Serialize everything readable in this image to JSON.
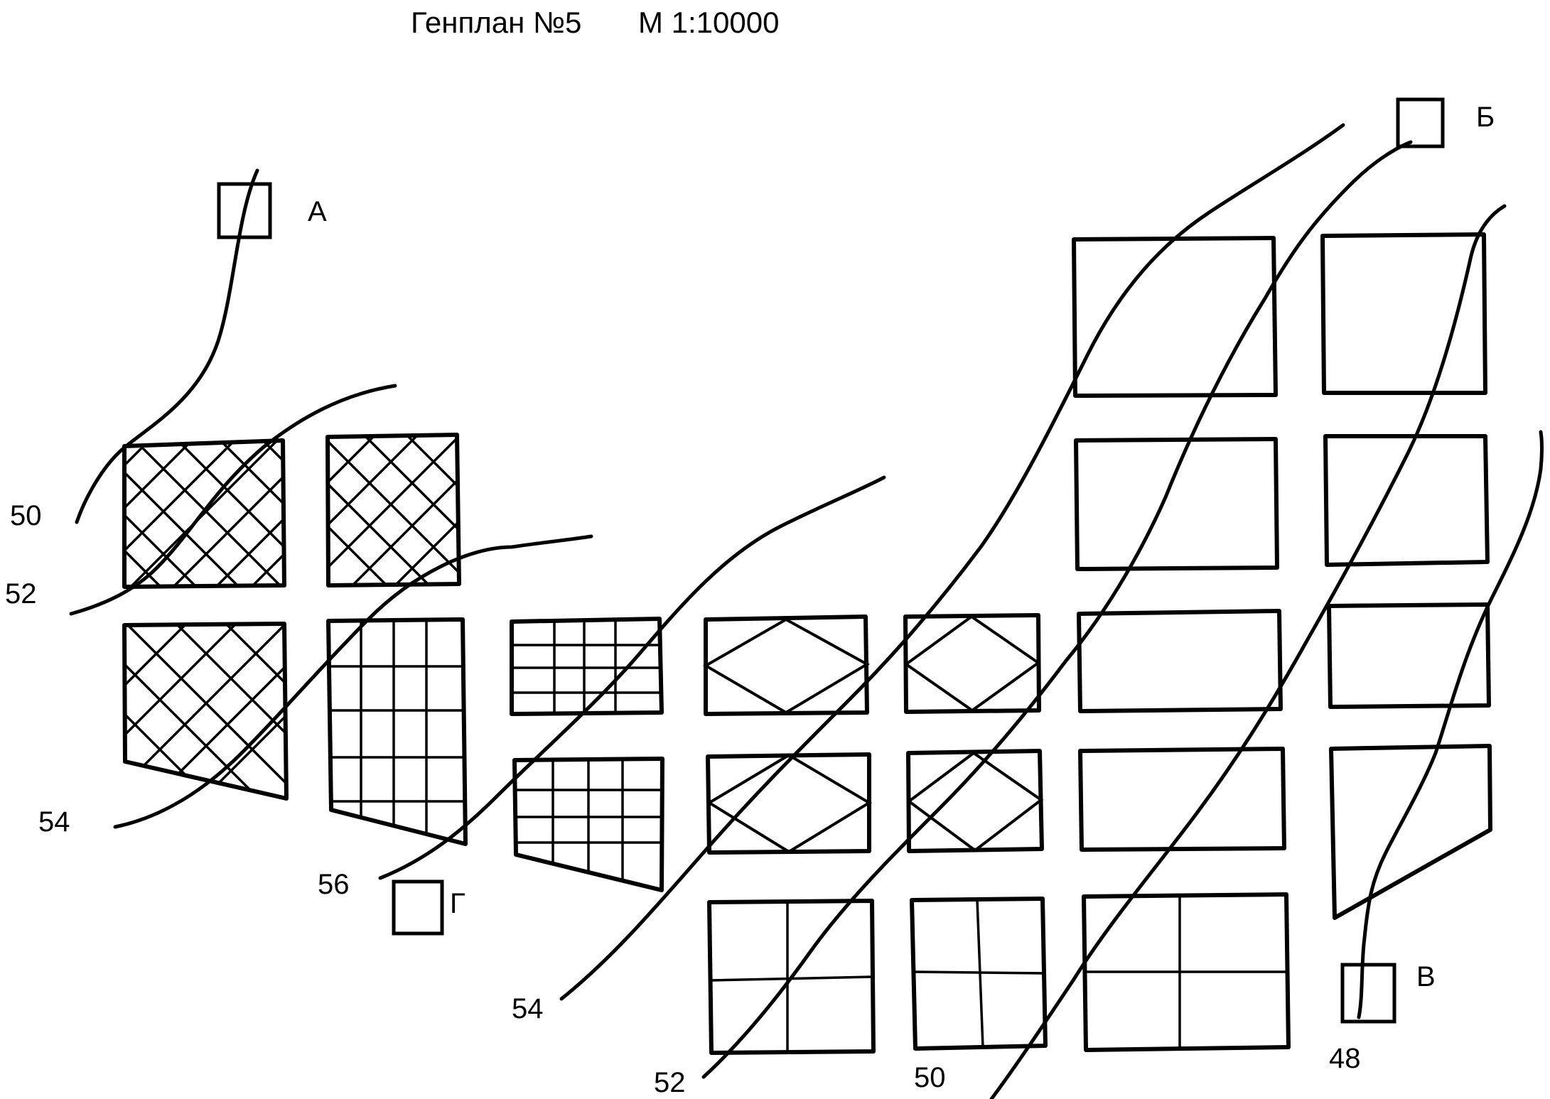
{
  "header": {
    "plan_name": "Генплан №5",
    "scale": "М 1:10000"
  },
  "points": [
    {
      "id": "a",
      "label": "А"
    },
    {
      "id": "b",
      "label": "Б"
    },
    {
      "id": "v",
      "label": "В"
    },
    {
      "id": "g",
      "label": "Г"
    }
  ],
  "contour_labels": [
    {
      "id": "c50-left",
      "text": "50"
    },
    {
      "id": "c52-left",
      "text": "52"
    },
    {
      "id": "c54-left",
      "text": "54"
    },
    {
      "id": "c56",
      "text": "56"
    },
    {
      "id": "c54-bottom",
      "text": "54"
    },
    {
      "id": "c52-bottom",
      "text": "52"
    },
    {
      "id": "c50-bottom",
      "text": "50"
    },
    {
      "id": "c48",
      "text": "48"
    }
  ],
  "legend_hatch_types": [
    "cross-hatch",
    "grid",
    "diamond",
    "quadrant",
    "empty"
  ]
}
